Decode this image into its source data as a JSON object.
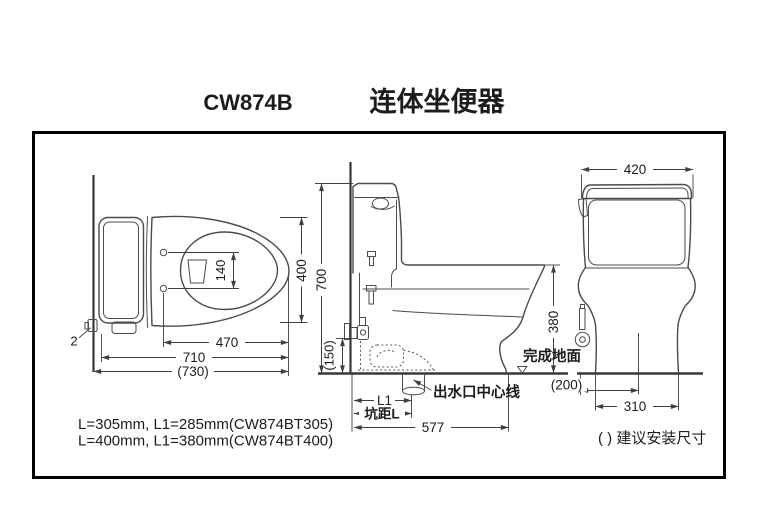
{
  "title": {
    "model": "CW874B",
    "product": "连体坐便器"
  },
  "top_view": {
    "wall_gap": "2",
    "hole_dim": "140",
    "seat_dim": "470",
    "length_dim": "710",
    "length_seat_dim": "(730)",
    "width_dim": "400"
  },
  "side_view": {
    "height_dim": "700",
    "inlet_height_dim": "(150)",
    "seat_height_dim": "380",
    "l1_dim": "L1",
    "pit_dim": "坑距L",
    "base_dim": "577",
    "outlet_label": "出水口中心线",
    "floor_label": "完成地面"
  },
  "front_view": {
    "width_dim": "420",
    "offset_dim": "(200)",
    "base_dim": "310"
  },
  "notes": {
    "spec_line1": "L=305mm, L1=285mm(CW874BT305)",
    "spec_line2": "L=400mm, L1=380mm(CW874BT400)",
    "legend": "( ) 建议安装尺寸"
  },
  "colors": {
    "background": "#ffffff",
    "line": "#4b4b4b",
    "frame": "#000000",
    "text": "#1c1c1c"
  }
}
